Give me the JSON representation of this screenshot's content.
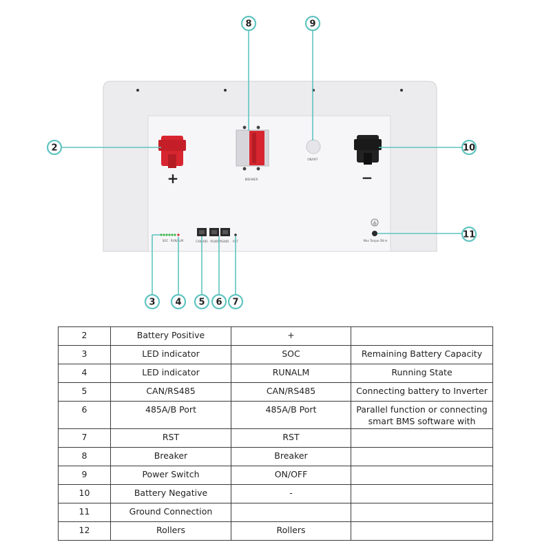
{
  "diagram": {
    "callouts": [
      "2",
      "3",
      "4",
      "5",
      "6",
      "7",
      "8",
      "9",
      "10",
      "11"
    ],
    "panel_labels": {
      "positive_sign": "+",
      "negative_sign": "−",
      "breaker": "BREAKER",
      "switch": "ON/OFF",
      "soc": "SOC",
      "runalm": "RUN/ALM",
      "can_port": "CAN/485",
      "rs485_ports": "RS485/RS485",
      "rst": "RST",
      "ground": "Max Torque 5N.m"
    }
  },
  "table": {
    "rows": [
      {
        "no": "2",
        "name": "Battery Positive",
        "mark": "+",
        "desc": ""
      },
      {
        "no": "3",
        "name": "LED indicator",
        "mark": "SOC",
        "desc": "Remaining Battery Capacity"
      },
      {
        "no": "4",
        "name": "LED indicator",
        "mark": "RUNALM",
        "desc": "Running State"
      },
      {
        "no": "5",
        "name": "CAN/RS485",
        "mark": "CAN/RS485",
        "desc": "Connecting battery to Inverter"
      },
      {
        "no": "6",
        "name": "485A/B Port",
        "mark": "485A/B Port",
        "desc": "Parallel function or connecting smart BMS software with"
      },
      {
        "no": "7",
        "name": "RST",
        "mark": "RST",
        "desc": ""
      },
      {
        "no": "8",
        "name": "Breaker",
        "mark": "Breaker",
        "desc": ""
      },
      {
        "no": "9",
        "name": "Power Switch",
        "mark": "ON/OFF",
        "desc": ""
      },
      {
        "no": "10",
        "name": "Battery Negative",
        "mark": "-",
        "desc": ""
      },
      {
        "no": "11",
        "name": "Ground Connection",
        "mark": "",
        "desc": ""
      },
      {
        "no": "12",
        "name": "Rollers",
        "mark": "Rollers",
        "desc": ""
      }
    ]
  },
  "colors": {
    "callout_ring": "#5fc4c0",
    "terminal_positive": "#d7262f",
    "terminal_negative": "#222222",
    "chassis": "#e9e9eb",
    "panel": "#f4f4f6"
  }
}
